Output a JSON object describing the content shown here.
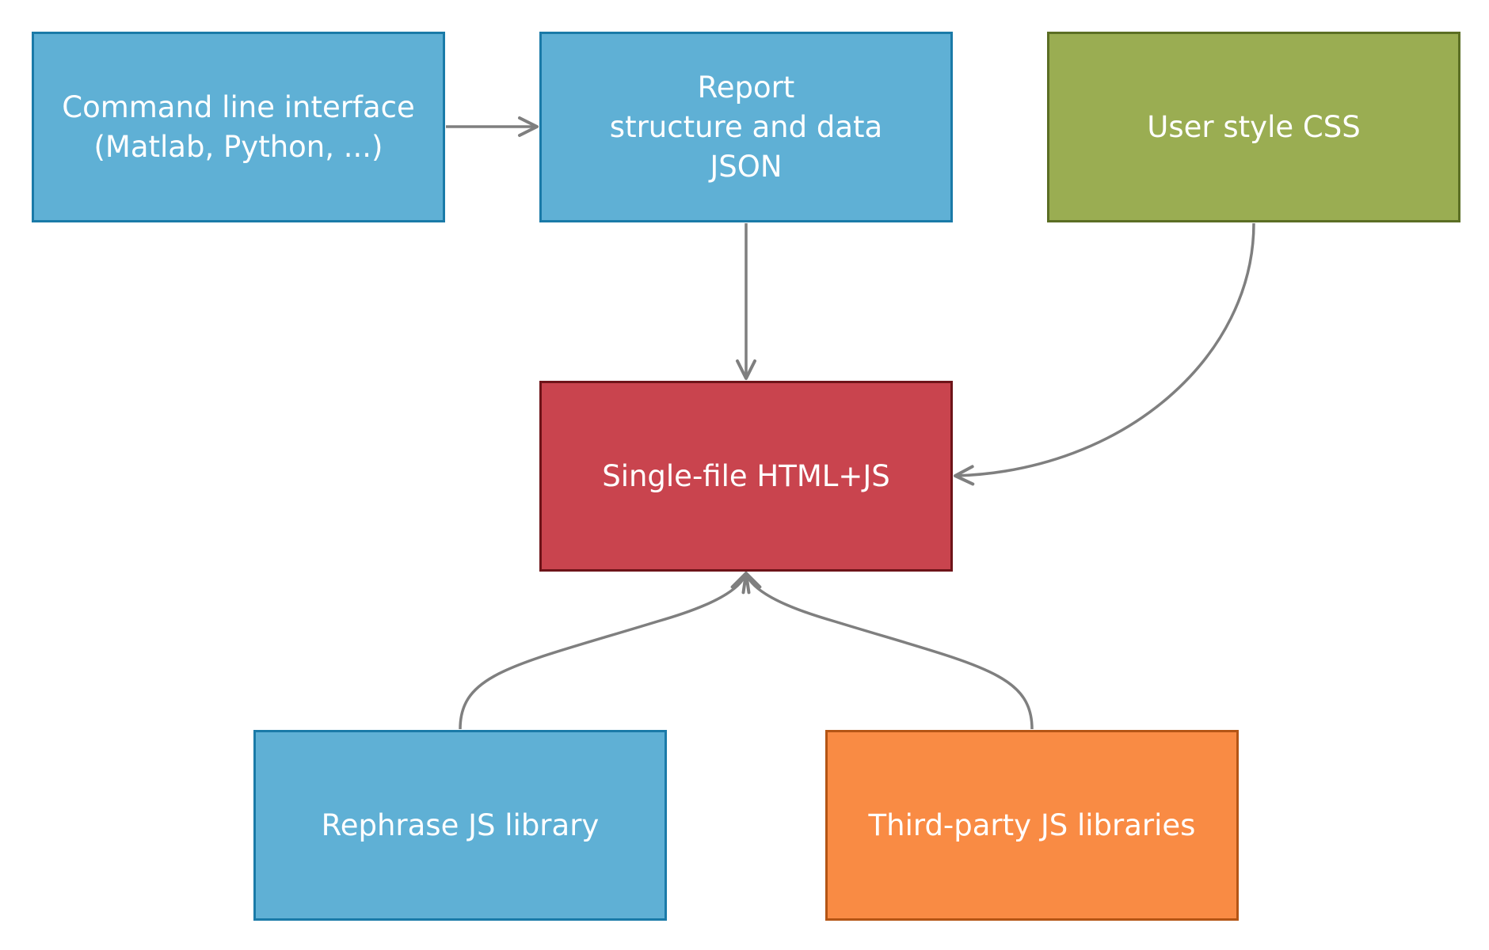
{
  "nodes": [
    {
      "id": "cli",
      "lines": [
        "Command line interface",
        "(Matlab, Python, ...)"
      ],
      "fill": "#5fb0d5",
      "border": "#1a7aa8"
    },
    {
      "id": "report",
      "lines": [
        "Report",
        "structure and data",
        "JSON"
      ],
      "fill": "#5fb0d5",
      "border": "#1a7aa8"
    },
    {
      "id": "css",
      "lines": [
        "User style CSS"
      ],
      "fill": "#9aad52",
      "border": "#5b6e24"
    },
    {
      "id": "output",
      "lines": [
        "Single-file HTML+JS"
      ],
      "fill": "#c9444e",
      "border": "#6e1419"
    },
    {
      "id": "rephrase",
      "lines": [
        "Rephrase JS library"
      ],
      "fill": "#5fb0d5",
      "border": "#1a7aa8"
    },
    {
      "id": "thirdparty",
      "lines": [
        "Third-party JS libraries"
      ],
      "fill": "#f98b44",
      "border": "#b45515"
    }
  ],
  "edges": [
    {
      "from": "cli",
      "to": "report"
    },
    {
      "from": "report",
      "to": "output"
    },
    {
      "from": "css",
      "to": "output"
    },
    {
      "from": "rephrase",
      "to": "output"
    },
    {
      "from": "thirdparty",
      "to": "output"
    }
  ],
  "edge_color": "#7f7f7f"
}
